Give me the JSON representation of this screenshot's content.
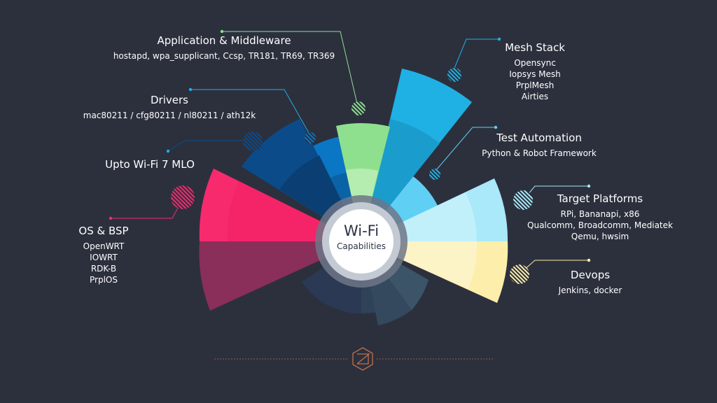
{
  "center": {
    "title": "Wi-Fi",
    "subtitle": "Capabilities"
  },
  "segments": [
    {
      "id": "app-middleware",
      "title": "Application & Middleware",
      "details": [
        "hostapd, wpa_supplicant, Ccsp, TR181, TR69, TR369"
      ],
      "color": "#8ee08e"
    },
    {
      "id": "mesh-stack",
      "title": "Mesh Stack",
      "details": [
        "Opensync",
        "Iopsys Mesh",
        "PrplMesh",
        "Airties"
      ],
      "color": "#1fb0e4"
    },
    {
      "id": "test-automation",
      "title": "Test Automation",
      "details": [
        "Python & Robot Framework"
      ],
      "color": "#5fd0f4"
    },
    {
      "id": "target-platforms",
      "title": "Target Platforms",
      "details": [
        "RPi, Bananapi, x86",
        "Qualcomm, Broadcomm, Mediatek",
        "Qemu, hwsim"
      ],
      "color": "#a9e9f9"
    },
    {
      "id": "devops",
      "title": "Devops",
      "details": [
        "Jenkins, docker"
      ],
      "color": "#fdeeab"
    },
    {
      "id": "drivers",
      "title": "Drivers",
      "details": [
        "mac80211 / cfg80211 / nl80211 / ath12k"
      ],
      "color": "#0b76c4"
    },
    {
      "id": "wifi7-mlo",
      "title": "Upto Wi-Fi 7 MLO",
      "details": [],
      "color": "#0b4b8a"
    },
    {
      "id": "os-bsp",
      "title": "OS & BSP",
      "details": [
        "OpenWRT",
        "IOWRT",
        "RDK-B",
        "PrplOS"
      ],
      "color": "#f72a6e"
    }
  ],
  "colors": {
    "background": "#2c303d",
    "bsp_lower": "#8a2e5a",
    "logo": "#c0714a"
  },
  "icons": {
    "logo": "hexagon-logo-icon"
  }
}
